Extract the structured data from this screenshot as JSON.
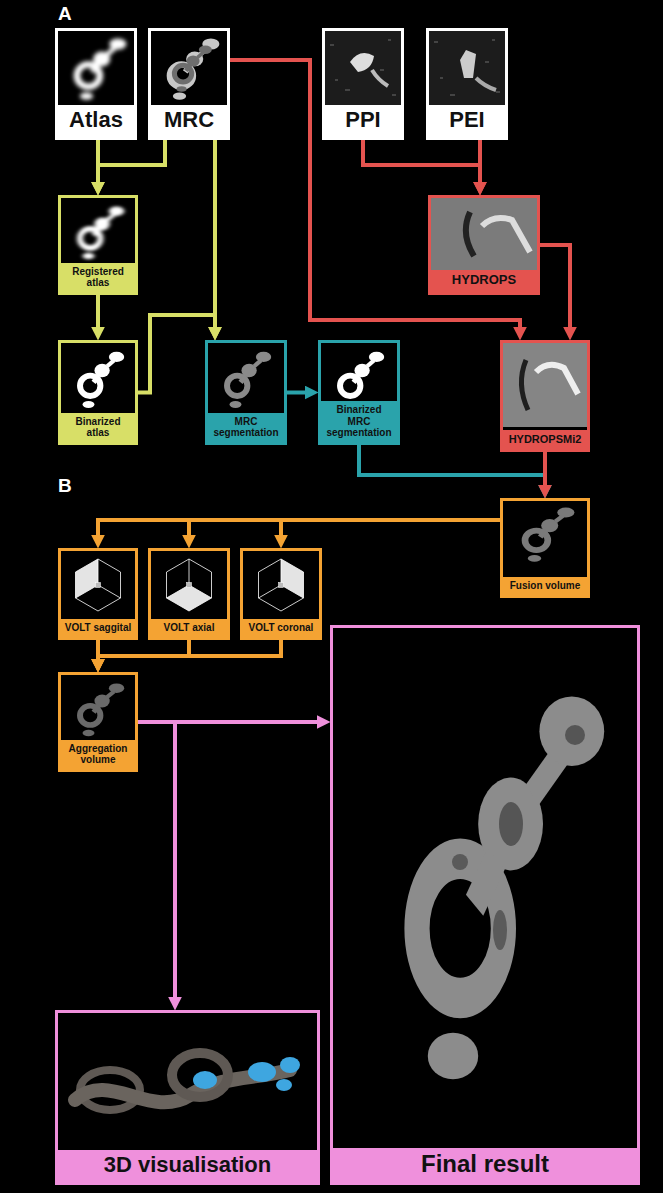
{
  "diagram": {
    "nodes": [
      {
        "text": [
          "Atlas"
        ]
      },
      {
        "text": [
          "MRC"
        ]
      },
      {
        "text": [
          "PPI"
        ]
      },
      {
        "text": [
          "PEI"
        ]
      },
      {
        "text": [
          "Registered atlas"
        ]
      },
      {
        "text": [
          "HYDROPS"
        ]
      },
      {
        "text": [
          "Binarized atlas"
        ]
      },
      {
        "text": [
          "MRC segmentation"
        ]
      },
      {
        "text": [
          "Binarized MRC segmentation"
        ]
      },
      {
        "text": [
          "HYDROPSMi2"
        ]
      },
      {
        "text": [
          "Fusion volume"
        ]
      },
      {
        "text": [
          "VOLT saggital"
        ]
      },
      {
        "text": [
          "VOLT axial"
        ]
      },
      {
        "text": [
          "VOLT coronal"
        ]
      },
      {
        "text": [
          "Aggregation volume"
        ]
      },
      {
        "text": [
          "3D visualisation"
        ]
      },
      {
        "text": [
          "Final result"
        ]
      }
    ],
    "edges": [
      {
        "from": 0,
        "to": 4,
        "arrow": "to"
      },
      {
        "from": 1,
        "to": 4,
        "arrow": "to"
      },
      {
        "from": 4,
        "to": 6,
        "arrow": "to"
      },
      {
        "from": 1,
        "to": 7,
        "arrow": "to"
      },
      {
        "from": 6,
        "to": 7,
        "arrow": "to"
      },
      {
        "from": 2,
        "to": 5,
        "arrow": "to"
      },
      {
        "from": 3,
        "to": 5,
        "arrow": "to"
      },
      {
        "from": 7,
        "to": 8,
        "arrow": "to"
      },
      {
        "from": 1,
        "to": 9,
        "arrow": "to"
      },
      {
        "from": 5,
        "to": 9,
        "arrow": "to"
      },
      {
        "from": 8,
        "to": 10,
        "arrow": "to"
      },
      {
        "from": 9,
        "to": 10,
        "arrow": "to"
      },
      {
        "from": 10,
        "to": 11,
        "arrow": "to"
      },
      {
        "from": 10,
        "to": 12,
        "arrow": "to"
      },
      {
        "from": 10,
        "to": 13,
        "arrow": "to"
      },
      {
        "from": 11,
        "to": 14,
        "arrow": "to"
      },
      {
        "from": 12,
        "to": 14,
        "arrow": "to"
      },
      {
        "from": 13,
        "to": 14,
        "arrow": "to"
      },
      {
        "from": 14,
        "to": 16,
        "arrow": "to"
      },
      {
        "from": 14,
        "to": 15,
        "arrow": "to"
      }
    ],
    "labels": [
      "A",
      "B"
    ]
  }
}
